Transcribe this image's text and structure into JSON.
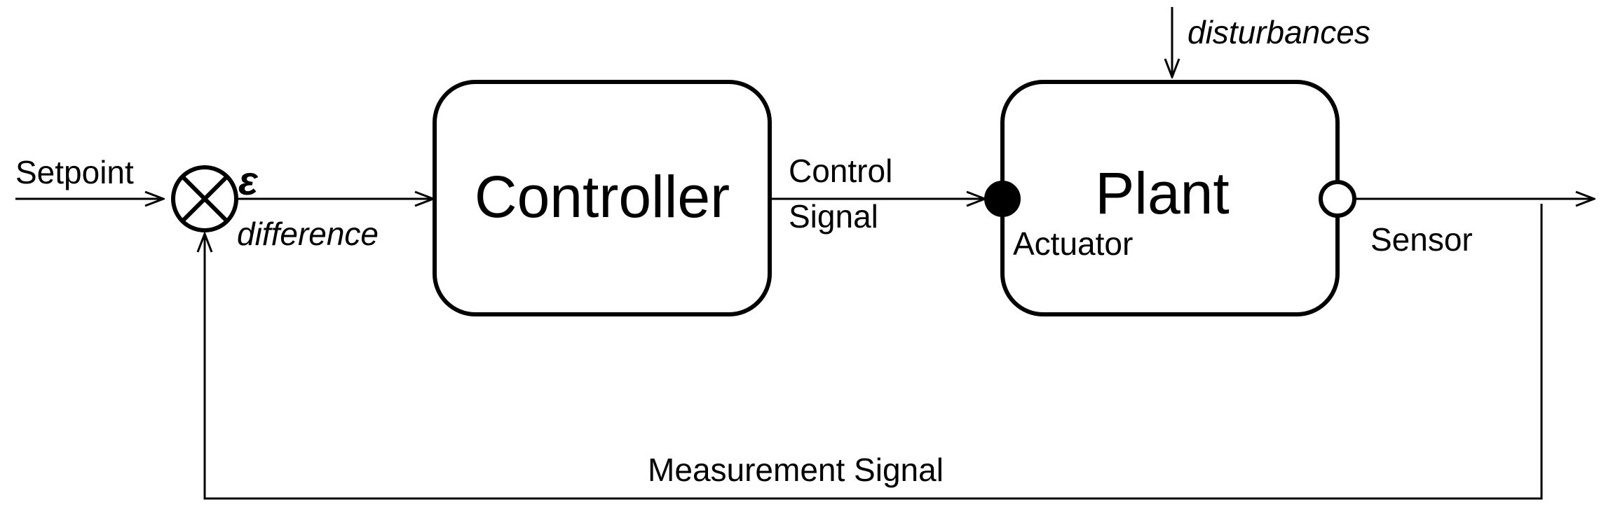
{
  "blocks": {
    "controller": "Controller",
    "plant": "Plant"
  },
  "labels": {
    "setpoint": "Setpoint",
    "epsilon": "ε",
    "difference": "difference",
    "control_line1": "Control",
    "control_line2": "Signal",
    "disturbances": "disturbances",
    "actuator": "Actuator",
    "sensor": "Sensor",
    "measurement": "Measurement Signal"
  }
}
